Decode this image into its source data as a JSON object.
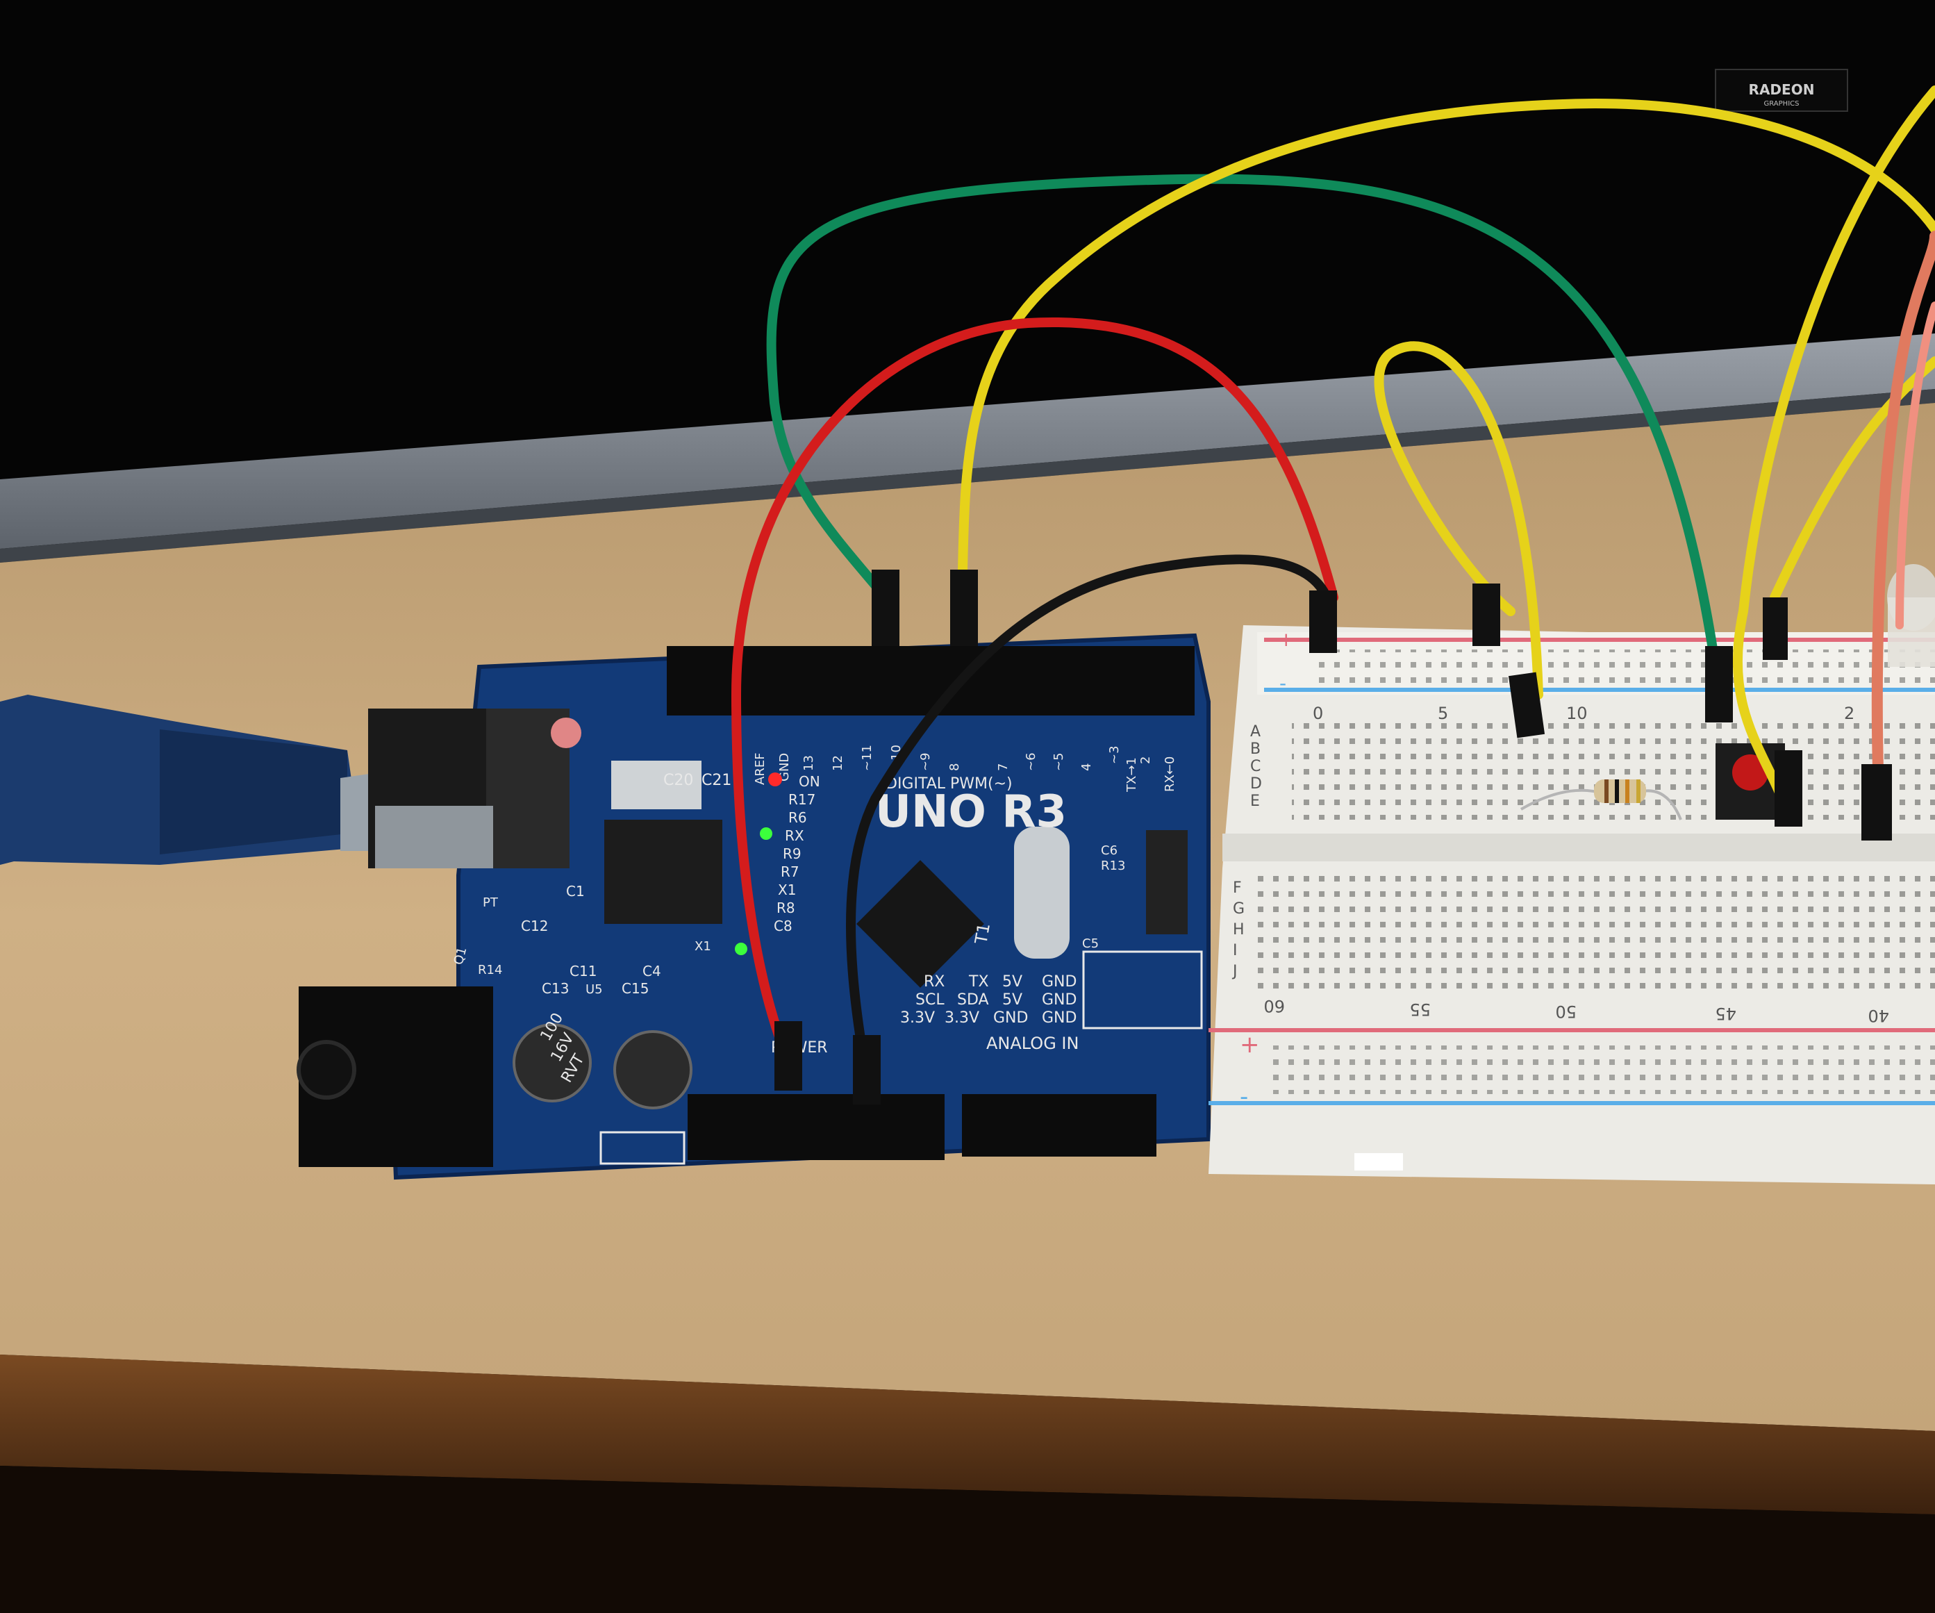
{
  "laptop": {
    "badge_line1": "RADEON",
    "badge_line2": "GRAPHICS"
  },
  "board": {
    "title": "UNO R3",
    "digital_label": "DIGITAL PWM(~)",
    "analog_label": "ANALOG IN",
    "power_label": "POWER",
    "tx_label": "TX→1",
    "rx_label": "RX←0",
    "aref": "AREF",
    "gnd": "GND",
    "pin_labels": [
      "13",
      "12",
      "~11",
      "~10",
      "~9",
      "8",
      "7",
      "~6",
      "~5",
      "4",
      "~3",
      "2"
    ],
    "led_labels": [
      "ON",
      "R17",
      "R6",
      "RX",
      "R9",
      "R7",
      "X1",
      "R8",
      "C8"
    ],
    "component_labels": [
      "C21",
      "C20",
      "C1",
      "C12",
      "C13",
      "U5",
      "C15",
      "C11",
      "C4",
      "Q1",
      "R14",
      "PT",
      "X1",
      "T1",
      "C6",
      "R13",
      "C5"
    ],
    "header_rows": [
      [
        "RX",
        "TX",
        "5V",
        "GND"
      ],
      [
        "SCL",
        "SDA",
        "5V",
        "GND"
      ],
      [
        "3.3V",
        "3.3V",
        "GND",
        "GND"
      ]
    ],
    "capacitor_text": [
      "100",
      "16V",
      "RVT"
    ]
  },
  "breadboard": {
    "top_numbers": [
      "0",
      "5",
      "10",
      "2"
    ],
    "row_letters_top": [
      "A",
      "B",
      "C",
      "D",
      "E"
    ],
    "row_letters_bottom": [
      "F",
      "G",
      "H",
      "I",
      "J"
    ],
    "bottom_numbers": [
      "60",
      "55",
      "50",
      "45",
      "40"
    ],
    "plus": "+",
    "minus": "-"
  },
  "colors": {
    "wire_green": "#0f8a5a",
    "wire_yellow": "#e6d21a",
    "wire_red": "#d41c1c",
    "wire_black": "#141414",
    "wire_salmon": "#e07a5f",
    "board_blue": "#123a78",
    "desk": "#c9ab80"
  }
}
